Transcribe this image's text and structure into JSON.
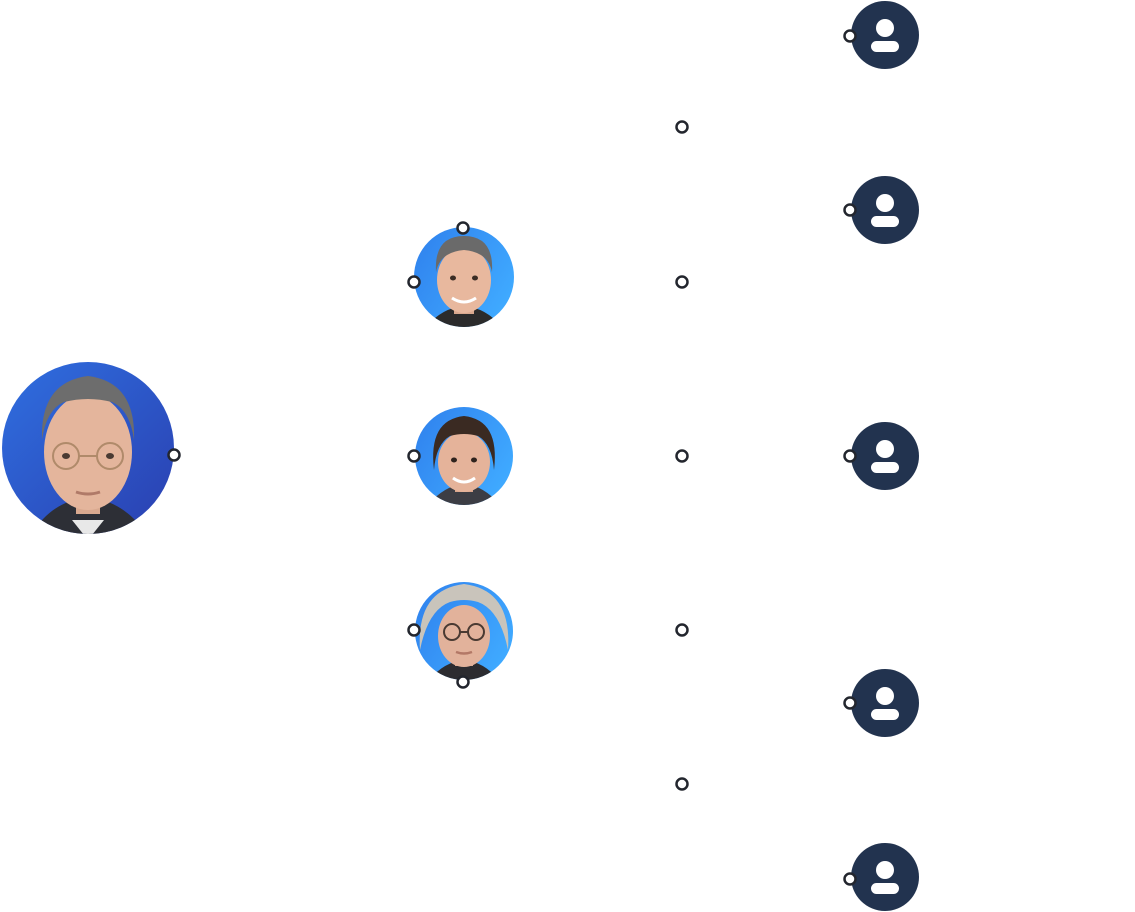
{
  "diagram": {
    "colors": {
      "background": "#ffffff",
      "connector_stroke": "#23262e",
      "connector_fill": "#ffffff",
      "placeholder_fill": "#22334f",
      "placeholder_icon": "#ffffff",
      "avatar_blue_light": "#3aa1ff",
      "avatar_blue_dark": "#2a46b6",
      "skin": "#e6b8a0",
      "hair_gray": "#6f6f6f",
      "hair_dark": "#3a2a22",
      "hair_silver": "#c9c4bb"
    },
    "root": {
      "icon": "person-photo-icon",
      "hair": "gray",
      "glasses": true
    },
    "managers": [
      {
        "icon": "person-photo-icon",
        "hair": "gray-short",
        "glasses": false
      },
      {
        "icon": "person-photo-icon",
        "hair": "dark",
        "glasses": false
      },
      {
        "icon": "person-photo-icon",
        "hair": "silver",
        "glasses": true
      }
    ],
    "staff": [
      {
        "icon": "user-placeholder-icon"
      },
      {
        "icon": "user-placeholder-icon"
      },
      {
        "icon": "user-placeholder-icon"
      },
      {
        "icon": "user-placeholder-icon"
      },
      {
        "icon": "user-placeholder-icon"
      }
    ],
    "junctions": 6
  }
}
